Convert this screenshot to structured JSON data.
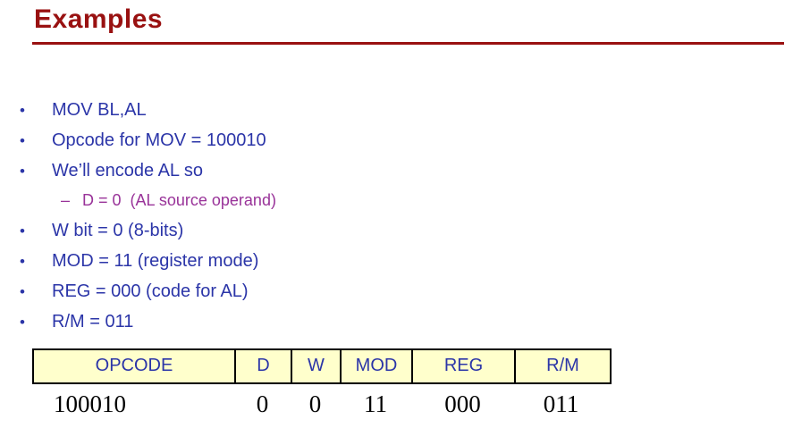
{
  "slide": {
    "title": "Examples",
    "accent_color": "#991111",
    "bullet_color": "#2B35A8",
    "sub_bullet_color": "#993399"
  },
  "bullets": [
    {
      "marker": "•",
      "text": "MOV BL,AL"
    },
    {
      "marker": "•",
      "text": "Opcode for MOV = 100010"
    },
    {
      "marker": "•",
      "text": "We’ll encode AL so"
    },
    {
      "marker": "–",
      "text": "D = 0  (AL source operand)"
    },
    {
      "marker": "•",
      "text": "W bit = 0 (8-bits)"
    },
    {
      "marker": "•",
      "text": "MOD = 11 (register mode)"
    },
    {
      "marker": "•",
      "text": "REG = 000 (code for AL)"
    },
    {
      "marker": "•",
      "text": "R/M = 011"
    }
  ],
  "table": {
    "header_bg": "#FFFFCC",
    "header_text_color": "#2B35A8",
    "headers": [
      "OPCODE",
      "D",
      "W",
      "MOD",
      "REG",
      "R/M"
    ],
    "row": [
      "100010",
      "0",
      "0",
      "11",
      "000",
      "011"
    ]
  }
}
